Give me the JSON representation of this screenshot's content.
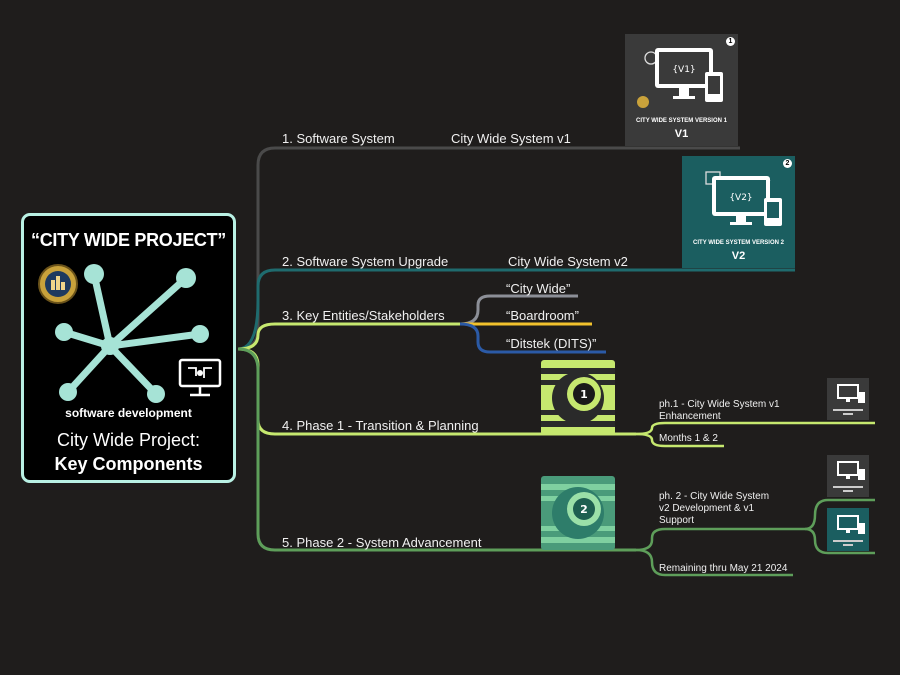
{
  "root": {
    "title": "“CITY WIDE PROJECT”",
    "subtitle": "software development",
    "caption_line1": "City Wide Project:",
    "caption_line2": "Key Components"
  },
  "branches": [
    {
      "label": "1. Software System",
      "note": "City Wide System v1",
      "color": "#4a4a4a"
    },
    {
      "label": "2. Software System Upgrade",
      "note": "City Wide System v2",
      "color": "#1f6b6e"
    },
    {
      "label": "3. Key Entities/Stakeholders",
      "color": "#c6e86f",
      "children": [
        {
          "label": "“City Wide”",
          "color": "#8c8f97"
        },
        {
          "label": "“Boardroom”",
          "color": "#f2c22d"
        },
        {
          "label": "“Ditstek (DITS)”",
          "color": "#2b5aa6"
        }
      ]
    },
    {
      "label": "4. Phase 1 - Transition & Planning",
      "color": "#c6e86f",
      "children": [
        {
          "label": "ph.1 - City Wide System v1 Enhancement"
        },
        {
          "label": "Months 1 & 2"
        }
      ]
    },
    {
      "label": "5. Phase 2 - System Advancement",
      "color": "#5e9e5a",
      "children": [
        {
          "label": "ph. 2 - City Wide System v2 Development & v1 Support"
        },
        {
          "label": "Remaining thru May 21 2024"
        }
      ]
    }
  ],
  "cards": {
    "v1": {
      "badge": "1",
      "code": "{V1}",
      "caption": "CITY WIDE SYSTEM VERSION 1",
      "version": "V1"
    },
    "v2": {
      "badge": "2",
      "code": "{V2}",
      "caption": "CITY WIDE SYSTEM VERSION 2",
      "version": "V2"
    }
  },
  "phase_badges": {
    "p1": "1",
    "p2": "2"
  },
  "colors": {
    "background": "#1f1d1c",
    "root_border": "#b9f1e4",
    "accent_teal": "#a6e3d6",
    "card_v1": "#3a3a3a",
    "card_v2": "#1b5e60",
    "lime": "#c6e86f",
    "green": "#5e9e5a"
  }
}
